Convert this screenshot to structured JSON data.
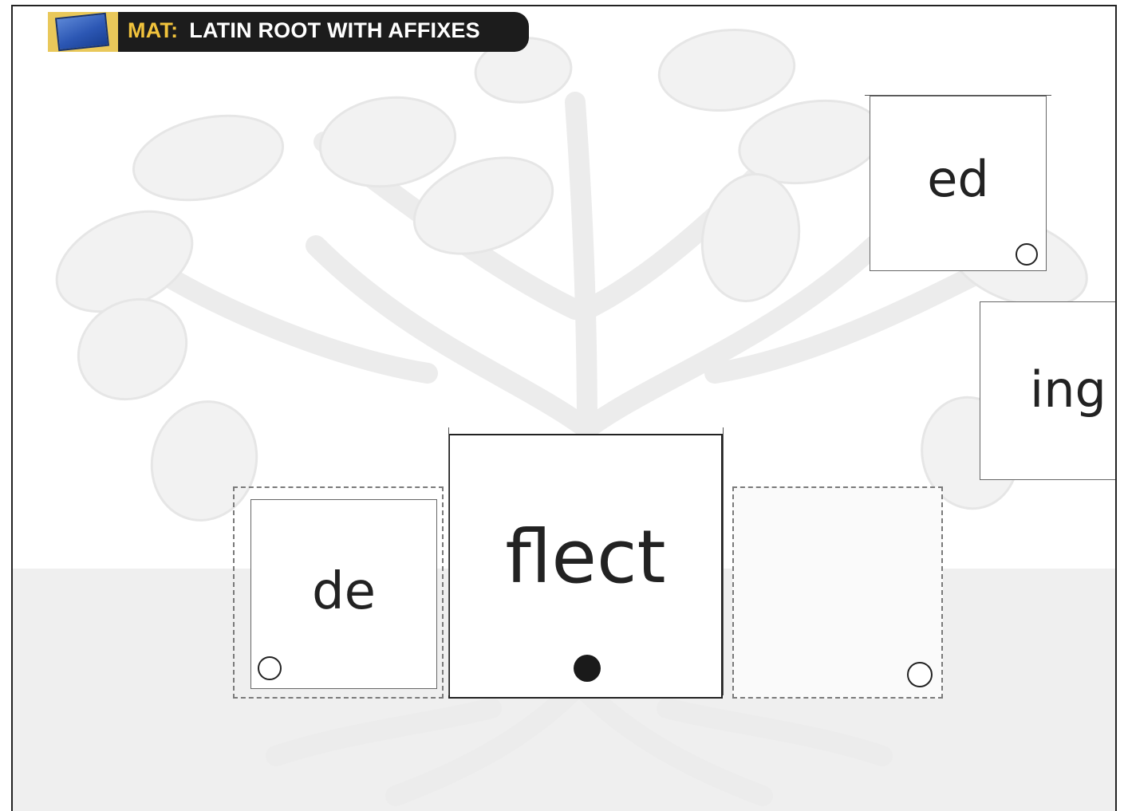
{
  "header": {
    "prefix": "MAT:",
    "title": "LATIN ROOT WITH AFFIXES"
  },
  "tiles": {
    "prefix_tile": "de",
    "root_tile": "flect",
    "suffix_tile_1": "ed",
    "suffix_tile_2": "ing"
  },
  "colors": {
    "banner_bg": "#1c1c1c",
    "banner_accent": "#f1c33c",
    "icon_blue": "#2c57b4",
    "ground": "#efefef"
  }
}
